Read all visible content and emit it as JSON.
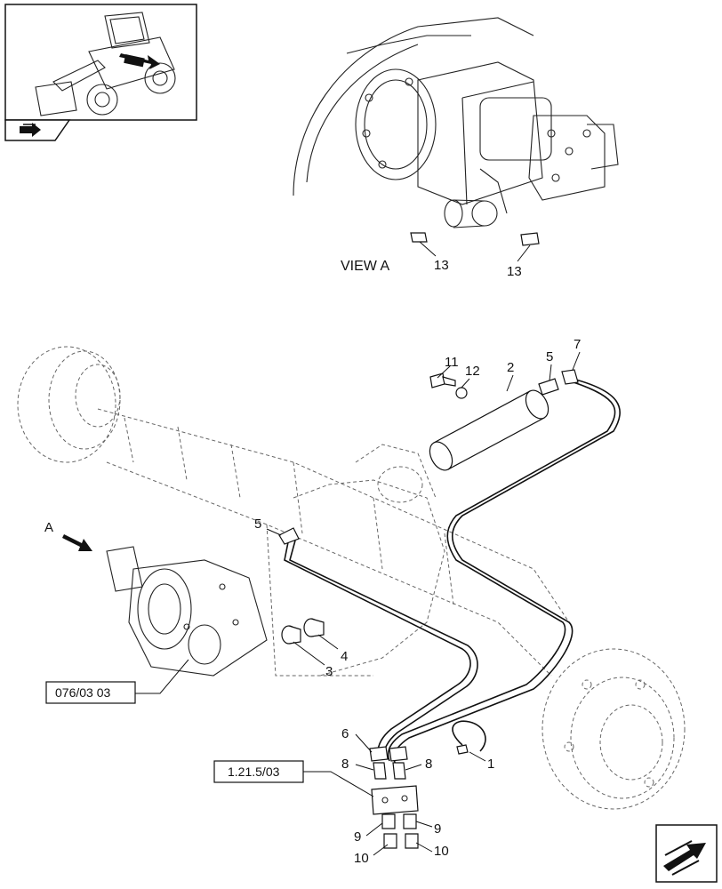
{
  "view_label": "VIEW A",
  "arrow_label": "A",
  "refs": {
    "left": "076/03 03",
    "bottom": "1.21.5/03"
  },
  "callouts": {
    "c13a": "13",
    "c13b": "13",
    "c11": "11",
    "c12": "12",
    "c2": "2",
    "c5top": "5",
    "c7": "7",
    "c5left": "5",
    "c3": "3",
    "c4": "4",
    "c6": "6",
    "c8a": "8",
    "c8b": "8",
    "c1": "1",
    "c9a": "9",
    "c9b": "9",
    "c10a": "10",
    "c10b": "10"
  },
  "icons": {
    "thumbnail": "wheel-loader-thumbnail-icon",
    "nav_back": "nav-back-arrow-icon",
    "nav_next": "nav-next-arrow-icon"
  }
}
